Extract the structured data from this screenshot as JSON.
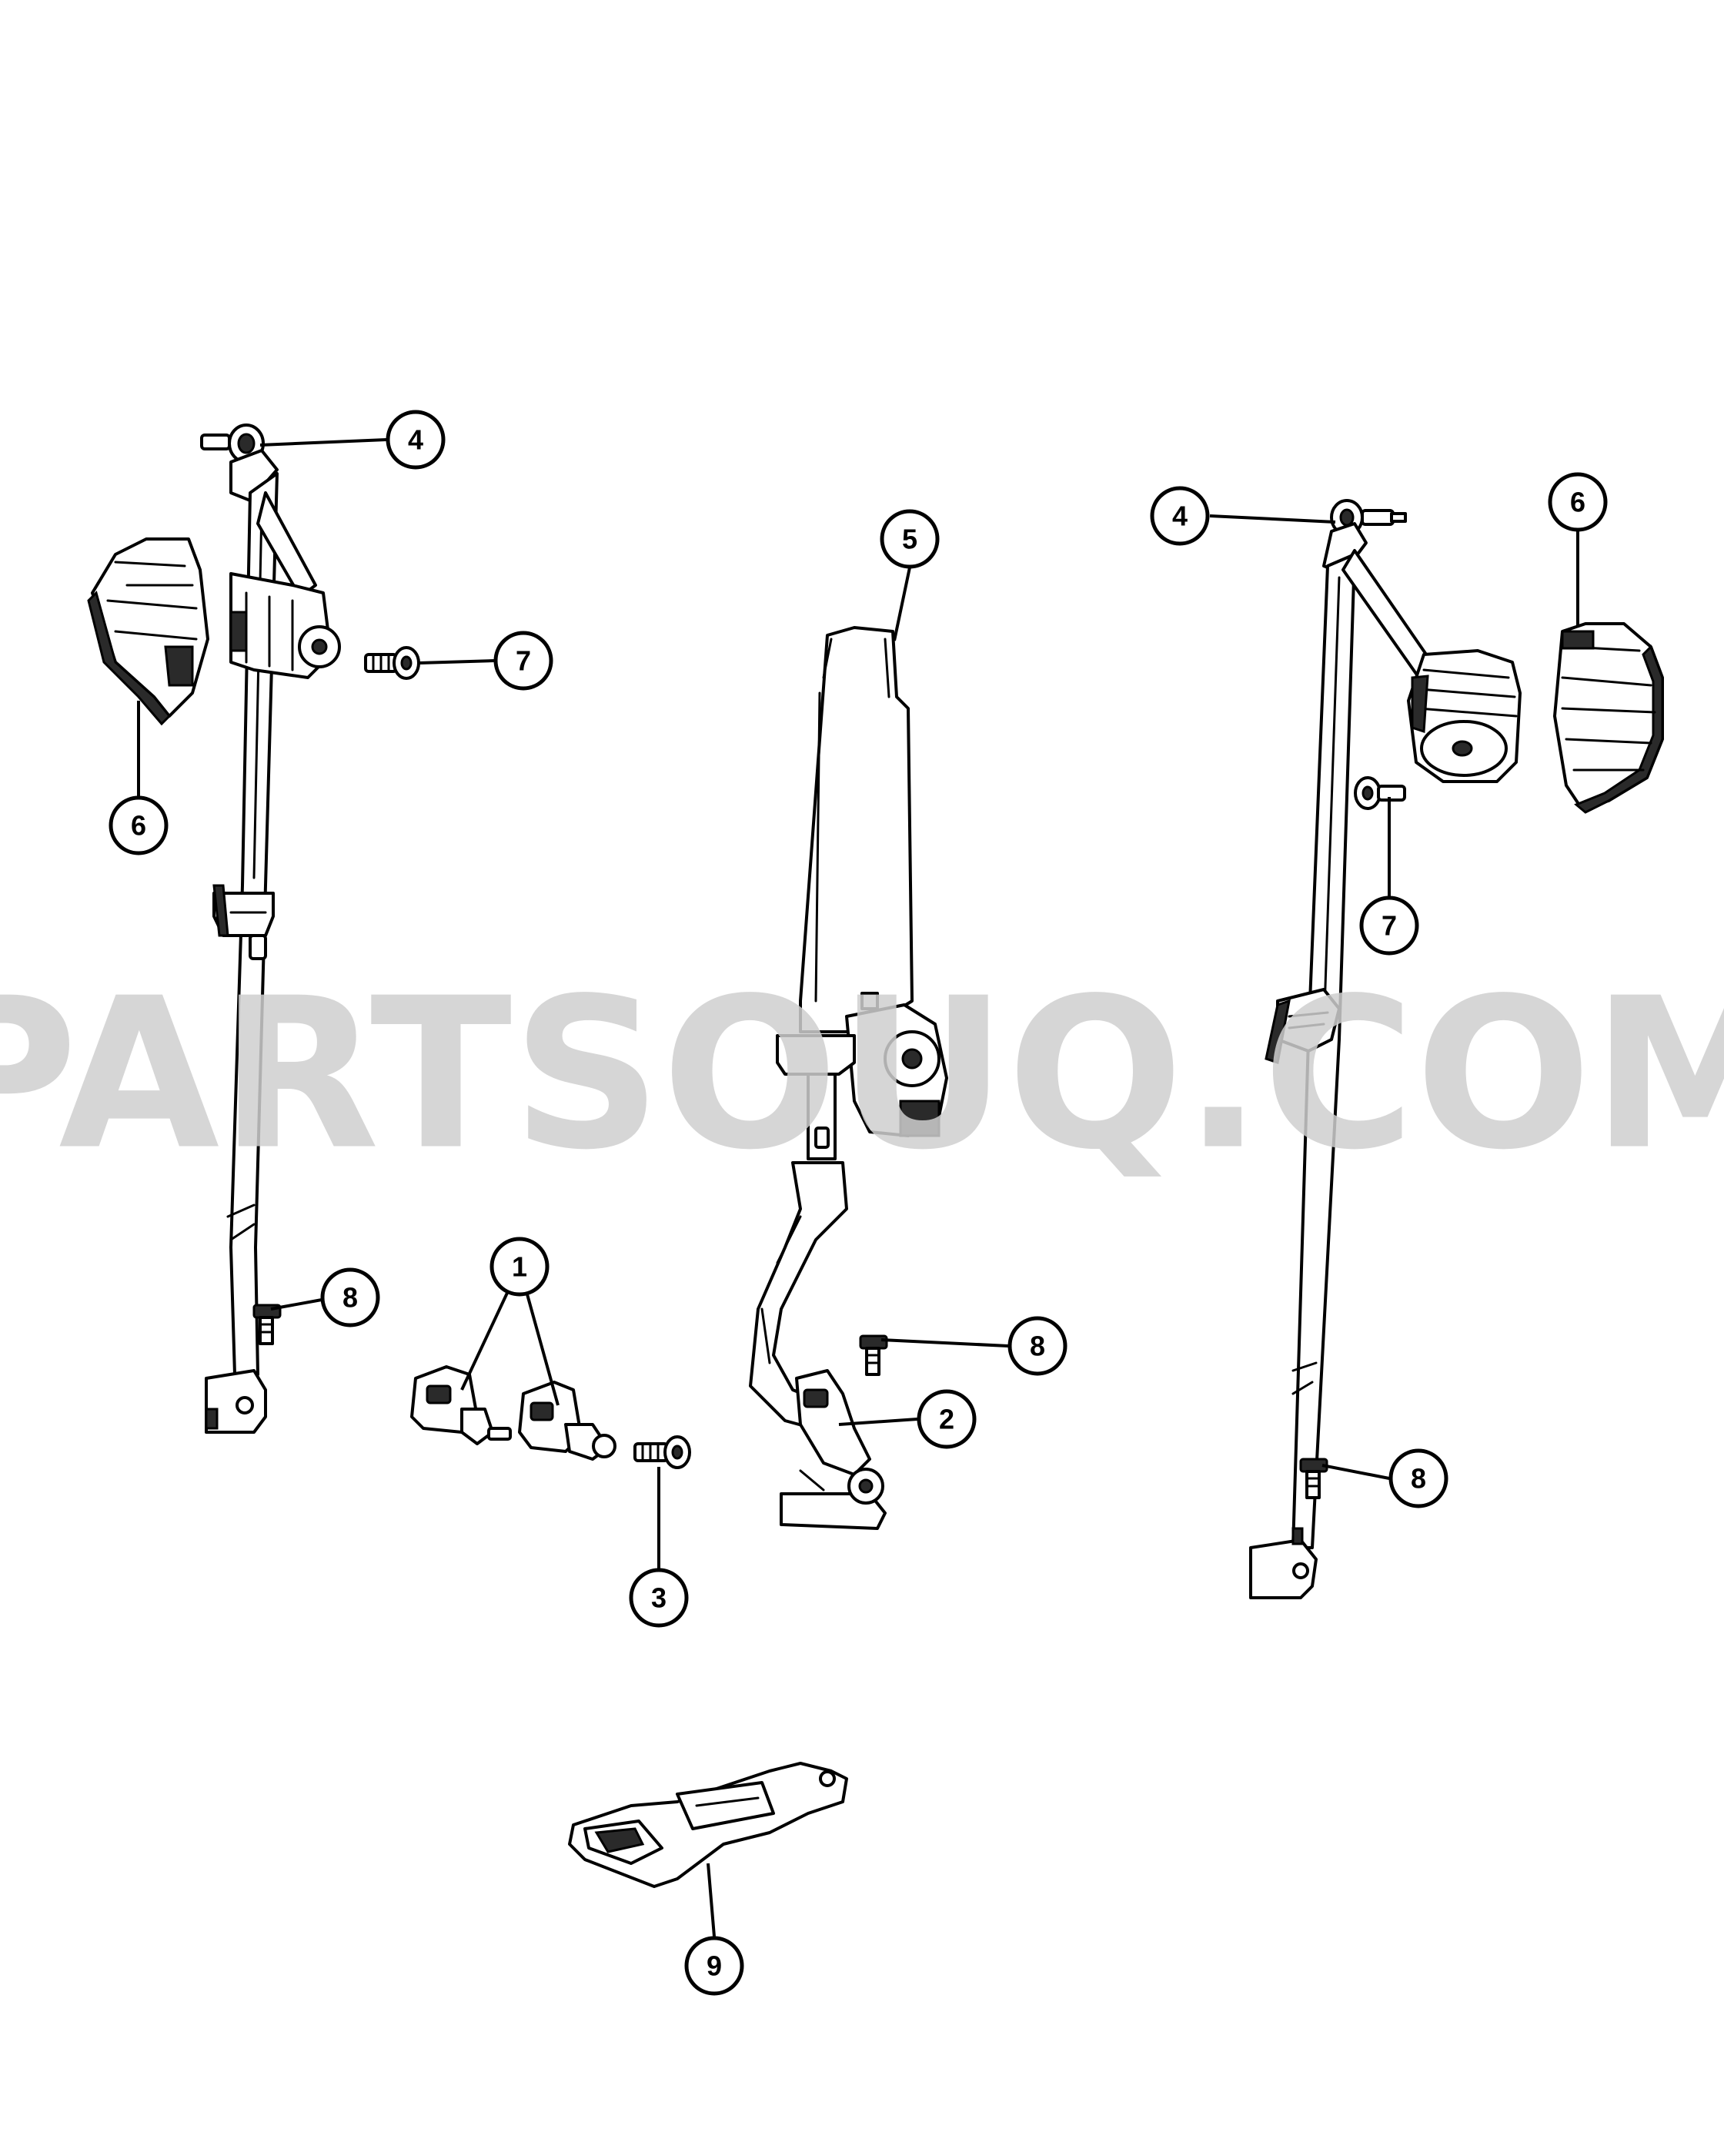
{
  "watermark": {
    "text": "PARTSOUQ.COM",
    "color": "#cfcfcf"
  },
  "callouts": [
    {
      "id": "c1",
      "number": "1"
    },
    {
      "id": "c2",
      "number": "2"
    },
    {
      "id": "c3",
      "number": "3"
    },
    {
      "id": "c4a",
      "number": "4"
    },
    {
      "id": "c4b",
      "number": "4"
    },
    {
      "id": "c5",
      "number": "5"
    },
    {
      "id": "c6a",
      "number": "6"
    },
    {
      "id": "c6b",
      "number": "6"
    },
    {
      "id": "c7a",
      "number": "7"
    },
    {
      "id": "c7b",
      "number": "7"
    },
    {
      "id": "c8a",
      "number": "8"
    },
    {
      "id": "c8b",
      "number": "8"
    },
    {
      "id": "c8c",
      "number": "8"
    },
    {
      "id": "c9",
      "number": "9"
    }
  ],
  "colors": {
    "line": "#000000",
    "background": "#ffffff",
    "fill_dark": "#2a2a2a"
  }
}
